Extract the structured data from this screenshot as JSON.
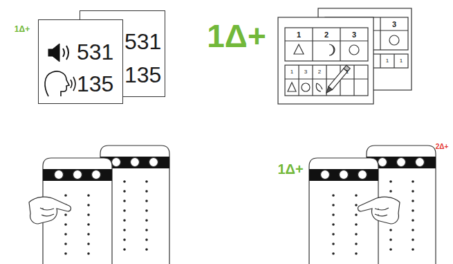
{
  "diagram": {
    "nodes": [
      {
        "text": [
          "531",
          "135"
        ]
      },
      {
        "text": [
          "531",
          "135"
        ]
      }
    ],
    "labels": [
      "1Δ+",
      "1Δ+",
      "1",
      "2",
      "3",
      "1",
      "3",
      "2",
      "1",
      "3",
      "1",
      "1",
      "1Δ+",
      "2Δ+"
    ]
  }
}
